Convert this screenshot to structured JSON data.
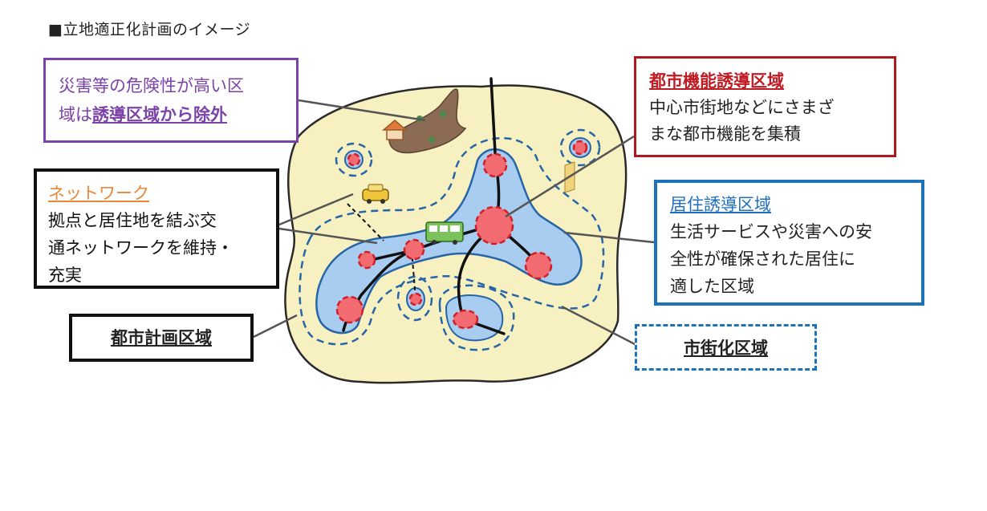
{
  "title": "■立地適正化計画のイメージ",
  "hazard_box": {
    "line1": "災害等の危険性が高い区",
    "line2_prefix": "域は",
    "line2_emphasis": "誘導区域から除外"
  },
  "network_box": {
    "heading": "ネットワーク",
    "line1": "拠点と居住地を結ぶ交",
    "line2": "通ネットワークを維持・",
    "line3": "充実"
  },
  "city_plan_box": {
    "label": "都市計画区域"
  },
  "urban_function_box": {
    "heading": "都市機能誘導区域",
    "line1": "中心市街地などにさまざ",
    "line2": "まな都市機能を集積"
  },
  "residence_box": {
    "heading": "居住誘導区域",
    "line1": "生活サービスや災害への安",
    "line2": "全性が確保された居住に",
    "line3": "適した区域"
  },
  "urbanization_box": {
    "label": "市街化区域"
  },
  "icons": [
    "house-icon",
    "landslide-icon",
    "taxi-icon",
    "bus-icon",
    "building-icon"
  ],
  "colors": {
    "city_area_fill": "#f7f0c0",
    "residence_area_fill": "#a9cdf0",
    "residence_area_stroke": "#2565a8",
    "urbanization_dash": "#2565a8",
    "center_fill": "#f26b70",
    "center_stroke": "#d21f2a",
    "hazard_accent": "#7b43a8",
    "urban_function_accent": "#b01820",
    "residence_accent": "#1d72b8",
    "network_accent": "#e8883a"
  }
}
